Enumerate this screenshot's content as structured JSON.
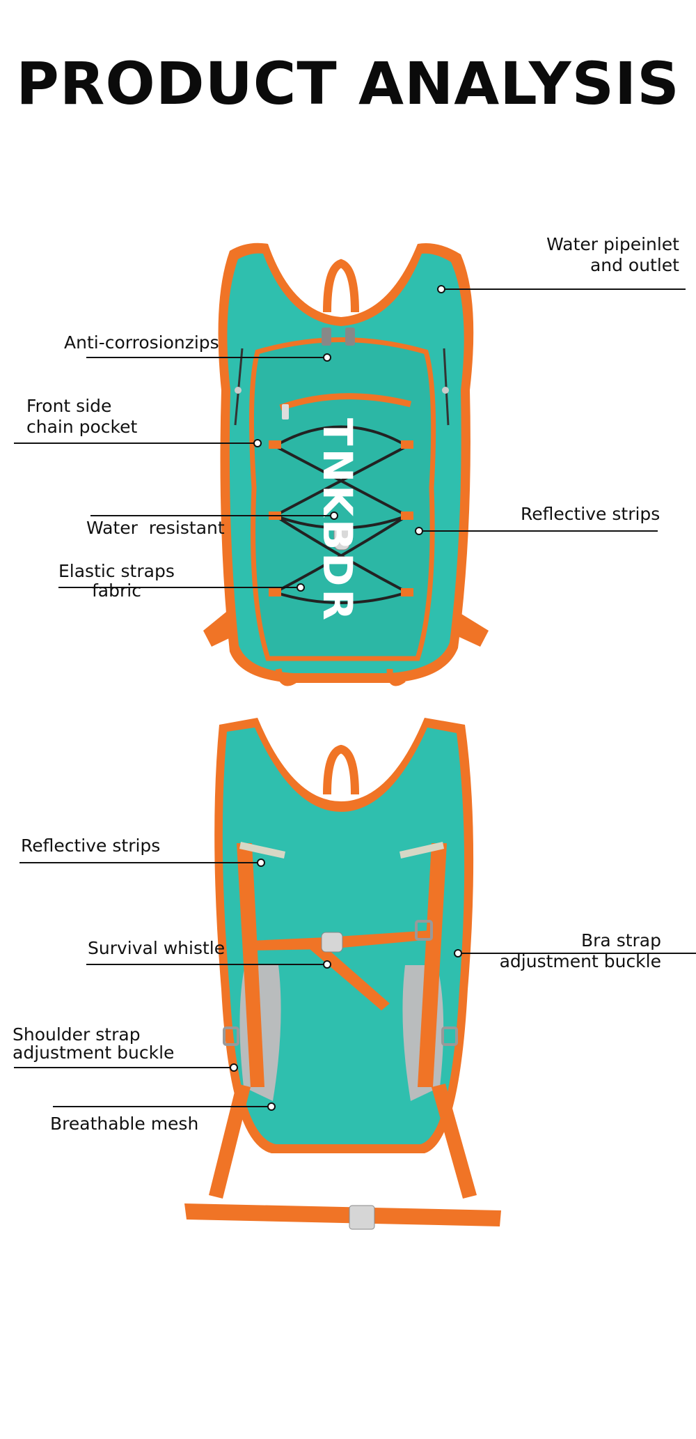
{
  "title": "PRODUCT ANALYSIS",
  "brand_text": "TNKBDR",
  "colors": {
    "teal": "#2fbfae",
    "orange": "#f07426",
    "mesh": "#b9bcbd",
    "text": "#111111"
  },
  "front_labels": {
    "water_pipe": [
      "Water pipeinlet",
      "and outlet"
    ],
    "anti_corrosion": "Anti-corrosionzips",
    "front_pocket": [
      "Front side",
      "chain pocket"
    ],
    "water_resistant": [
      "Water  resistant",
      "fabric"
    ],
    "reflective": "Reflective strips",
    "elastic": "Elastic straps"
  },
  "back_labels": {
    "reflective": "Reflective strips",
    "whistle": "Survival whistle",
    "bra_strap": [
      "Bra strap",
      "adjustment buckle"
    ],
    "shoulder": [
      "Shoulder strap",
      "adjustment buckle"
    ],
    "mesh": "Breathable mesh"
  }
}
